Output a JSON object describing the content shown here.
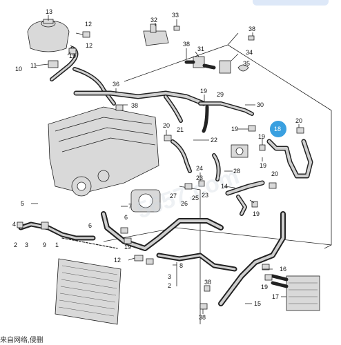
{
  "diagram": {
    "highlight_label": "18",
    "footer_text": "来自网络,侵删",
    "watermark": "5657.com",
    "labels": {
      "l13": "13",
      "l32": "32",
      "l33": "33",
      "l12a": "12",
      "l12b": "12",
      "l19a": "19",
      "l10": "10",
      "l11": "11",
      "l36": "36",
      "l38a": "38",
      "l38b": "38",
      "l38c": "38",
      "l31": "31",
      "l34": "34",
      "l35": "35",
      "l29": "29",
      "l19b": "19",
      "l30": "30",
      "l20a": "20",
      "l21": "21",
      "l22": "22",
      "l19c": "19",
      "l20b": "20",
      "l19d": "19",
      "l28": "28",
      "l24": "24",
      "l23a": "23",
      "l25": "25",
      "l26": "26",
      "l27": "27",
      "l14": "14",
      "l23b": "23",
      "l19e": "19",
      "l5": "5",
      "l7": "7",
      "l6": "6",
      "l4": "4",
      "l2": "2",
      "l3": "3",
      "l9": "9",
      "l1": "1",
      "l12c": "12",
      "l8": "8",
      "l3b": "3",
      "l2b": "2",
      "l16": "16",
      "l19f": "19",
      "l38d": "38",
      "l15": "15",
      "l17": "17",
      "l38e": "38",
      "l19g": "19",
      "l19h": "19",
      "l20c": "20"
    }
  },
  "colors": {
    "highlight": "#3aa0e0",
    "hose": "#222222",
    "part_fill": "#d9d9d9"
  }
}
